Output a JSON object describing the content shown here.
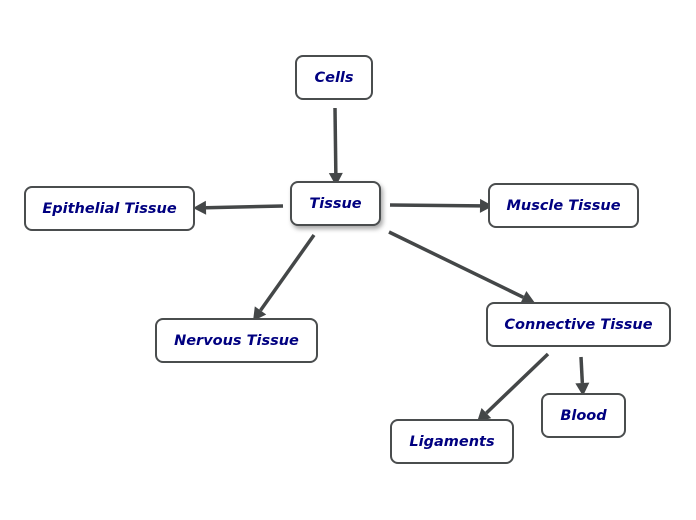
{
  "diagram": {
    "nodes": {
      "cells": "Cells",
      "tissue": "Tissue",
      "epithelial": "Epithelial Tissue",
      "muscle": "Muscle Tissue",
      "nervous": "Nervous Tissue",
      "connective": "Connective Tissue",
      "ligaments": "Ligaments",
      "blood": "Blood"
    },
    "edges": [
      {
        "from": "cells",
        "to": "tissue"
      },
      {
        "from": "tissue",
        "to": "epithelial"
      },
      {
        "from": "tissue",
        "to": "muscle"
      },
      {
        "from": "tissue",
        "to": "nervous"
      },
      {
        "from": "tissue",
        "to": "connective"
      },
      {
        "from": "connective",
        "to": "ligaments"
      },
      {
        "from": "connective",
        "to": "blood"
      }
    ],
    "colors": {
      "node_text": "#000080",
      "border": "#4a4d4e",
      "arrow": "#444748"
    }
  }
}
